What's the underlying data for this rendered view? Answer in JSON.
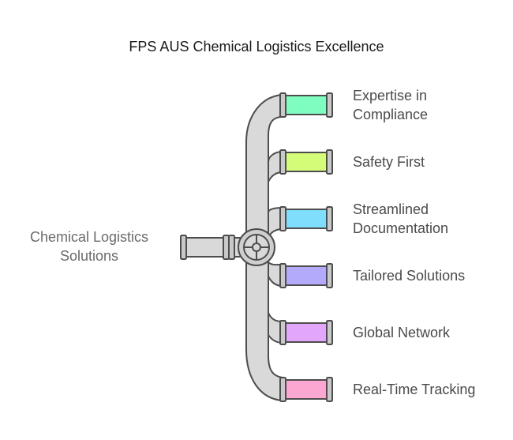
{
  "title": "FPS AUS Chemical Logistics Excellence",
  "source": {
    "line1": "Chemical Logistics",
    "line2": "Solutions"
  },
  "branches": [
    {
      "line1": "Expertise in",
      "line2": "Compliance",
      "color": "#7ffcc0"
    },
    {
      "line1": "Safety First",
      "line2": "",
      "color": "#d4fc78"
    },
    {
      "line1": "Streamlined",
      "line2": "Documentation",
      "color": "#7fdefc"
    },
    {
      "line1": "Tailored Solutions",
      "line2": "",
      "color": "#b4aafc"
    },
    {
      "line1": "Global Network",
      "line2": "",
      "color": "#e2a6fc"
    },
    {
      "line1": "Real-Time Tracking",
      "line2": "",
      "color": "#fca6d2"
    }
  ],
  "colors": {
    "pipe_fill": "#d9d9d9",
    "pipe_stroke": "#4d4d4d",
    "valve_fill": "#cfcfcf"
  }
}
